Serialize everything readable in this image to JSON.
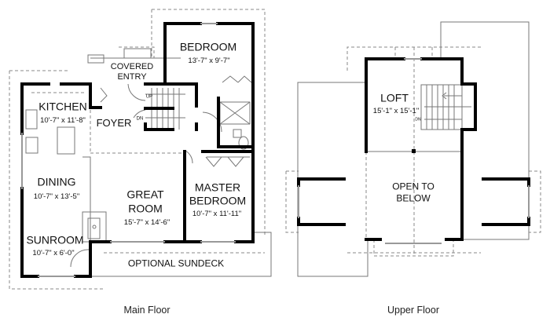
{
  "main_floor": {
    "caption": "Main Floor",
    "rooms": {
      "bedroom": {
        "name": "BEDROOM",
        "size": "13'-7\" x 9'-7\""
      },
      "covered_entry": {
        "name_line1": "COVERED",
        "name_line2": "ENTRY"
      },
      "kitchen": {
        "name": "KITCHEN",
        "size": "10'-7\" x 11'-8\""
      },
      "foyer": {
        "name": "FOYER"
      },
      "dining": {
        "name": "DINING",
        "size": "10'-7\" x 13'-5\""
      },
      "great_room": {
        "name_line1": "GREAT",
        "name_line2": "ROOM",
        "size": "15'-7\" x 14'-6\""
      },
      "master_bedroom": {
        "name_line1": "MASTER",
        "name_line2": "BEDROOM",
        "size": "10'-7\" x 11'-11\""
      },
      "sunroom": {
        "name": "SUNROOM",
        "size": "10'-7\" x 6'-0\""
      },
      "sundeck": {
        "name": "OPTIONAL SUNDECK"
      }
    },
    "stair_labels": {
      "up": "UP",
      "down": "DN"
    }
  },
  "upper_floor": {
    "caption": "Upper Floor",
    "rooms": {
      "loft": {
        "name": "LOFT",
        "size": "15'-1\" x 15'-1\""
      },
      "open_below": {
        "name_line1": "OPEN TO",
        "name_line2": "BELOW"
      }
    },
    "stair_labels": {
      "down": "DN"
    }
  }
}
